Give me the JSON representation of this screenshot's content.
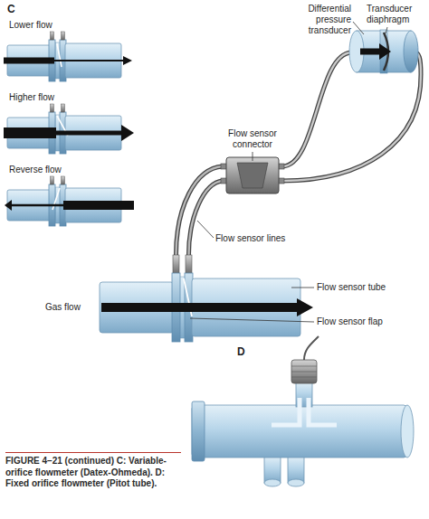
{
  "diagram": {
    "caption": "FIGURE 4–21 (continued) C: Variable-orifice flowmeter (Datex-Ohmeda). D: Fixed orifice flowmeter (Pitot tube).",
    "labels": [
      "C",
      "Lower flow",
      "Higher flow",
      "Reverse flow",
      "Differential pressure transducer",
      "Transducer diaphragm",
      "Flow sensor connector",
      "Flow sensor lines",
      "Gas flow",
      "Flow sensor tube",
      "Flow sensor flap",
      "D"
    ]
  }
}
